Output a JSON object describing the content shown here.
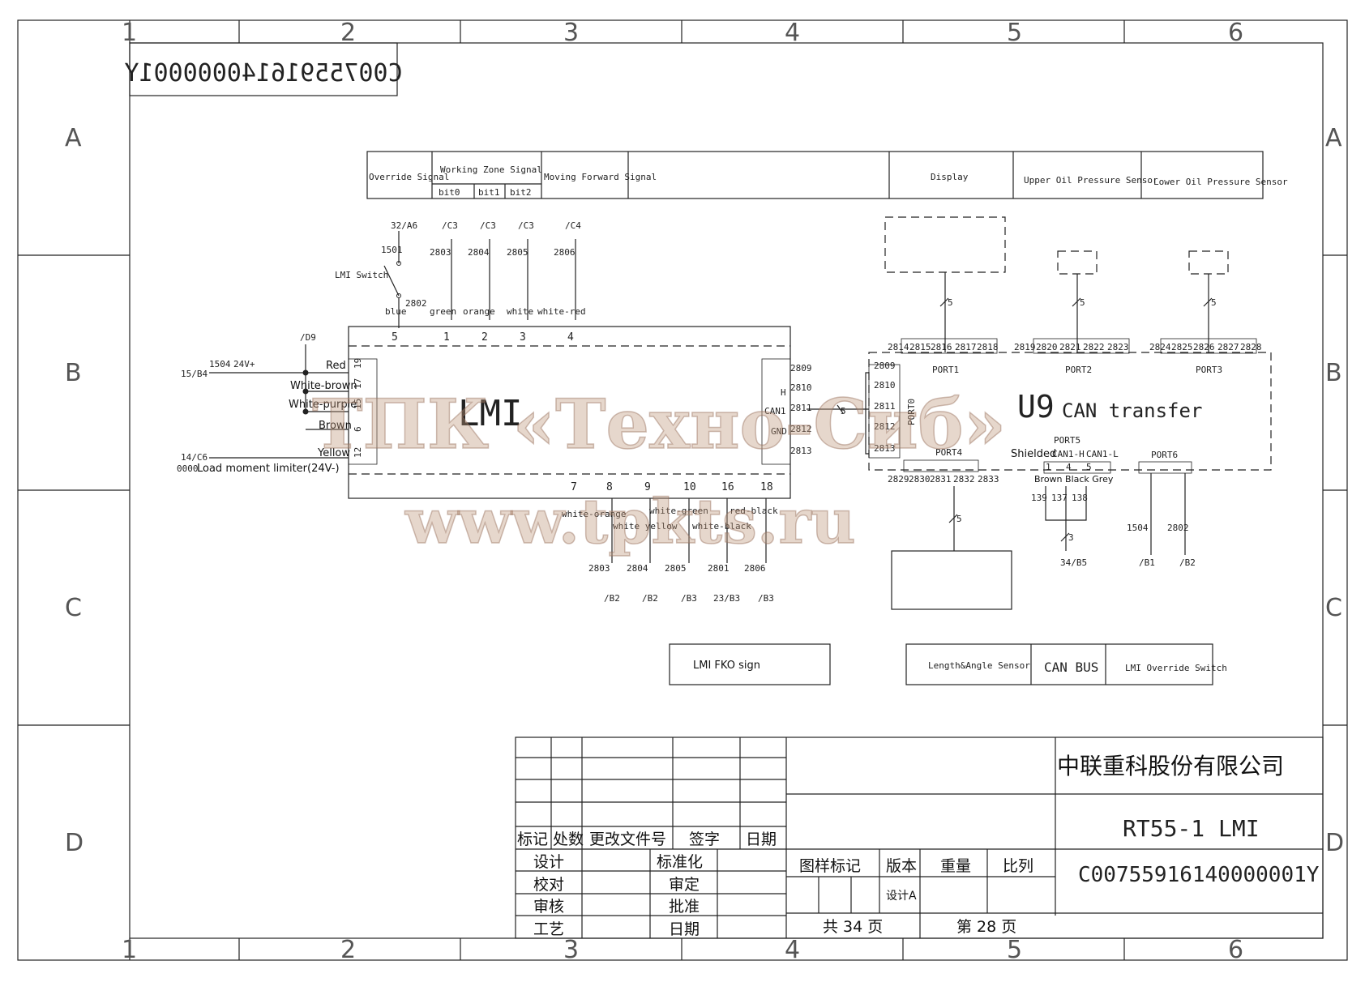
{
  "frame": {
    "columns": [
      "1",
      "2",
      "3",
      "4",
      "5",
      "6"
    ],
    "rows": [
      "A",
      "B",
      "C",
      "D"
    ]
  },
  "mirrored_code": "C00755916140000001Y",
  "header_boxes": {
    "override_signal": "Override Signal",
    "working_zone_signal": "Working Zone Signal",
    "bit0": "bit0",
    "bit1": "bit1",
    "bit2": "bit2",
    "moving_forward_signal": "Moving Forward Signal",
    "display": "Display",
    "upper_oil_pressure_sensor": "Upper Oil Pressure Sensor",
    "lower_oil_pressure_sensor": "Lower Oil Pressure Sensor"
  },
  "lmi": {
    "label": "LMI",
    "switch_label": "LMI Switch",
    "ref_32a6": "32/A6",
    "wire_1501": "1501",
    "wire_2802": "2802",
    "top_refs": [
      "/C3",
      "/C3",
      "/C3",
      "/C4"
    ],
    "top_wires": [
      "2803",
      "2804",
      "2805",
      "2806"
    ],
    "top_colors": [
      "blue",
      "green",
      "orange",
      "white",
      "white-red"
    ],
    "top_pins": [
      "5",
      "1",
      "2",
      "3",
      "4"
    ],
    "left_ref_d9": "/D9",
    "left_15b4": "15/B4",
    "left_1504": "1504",
    "left_24v": "24V+",
    "left_colors": [
      "Red",
      "White-brown",
      "White-purple",
      "Brown",
      "Yellow"
    ],
    "left_pins": [
      "19",
      "17",
      "15",
      "6",
      "12"
    ],
    "left_14c6": "14/C6",
    "left_0000": "0000",
    "load_moment": "Load moment limiter(24V-)",
    "right_wires": [
      "2809",
      "2810",
      "2811",
      "2812",
      "2813"
    ],
    "right_labels": [
      "H",
      "CAN1",
      "GND"
    ],
    "bus_count": "5",
    "bottom_pins": [
      "7",
      "8",
      "9",
      "10",
      "16",
      "18"
    ],
    "bottom_colors": [
      "white-orange",
      "white yellow",
      "white-green",
      "white-black",
      "red-black"
    ],
    "bottom_wires": [
      "2803",
      "2804",
      "2805",
      "2801",
      "2806"
    ],
    "bottom_refs": [
      "/B2",
      "/B2",
      "/B3",
      "23/B3",
      "/B3"
    ]
  },
  "can_transfer": {
    "id": "U9",
    "title": "CAN transfer",
    "port0": "PORT0",
    "port0_wires": [
      "2809",
      "2810",
      "2811",
      "2812",
      "2813"
    ],
    "port1": "PORT1",
    "port1_wires": [
      "2814",
      "2815",
      "2816",
      "2817",
      "2818"
    ],
    "port2": "PORT2",
    "port2_wires": [
      "2819",
      "2820",
      "2821",
      "2822",
      "2823"
    ],
    "port3": "PORT3",
    "port3_wires": [
      "2824",
      "2825",
      "2826",
      "2827",
      "2828"
    ],
    "port4": "PORT4",
    "port4_wires": [
      "2829",
      "2830",
      "2831",
      "2832",
      "2833"
    ],
    "port5": "PORT5",
    "shielded": "Shielded",
    "can1h": "CAN1-H",
    "can1l": "CAN1-L",
    "port5_pins": [
      "1",
      "4",
      "5"
    ],
    "port5_colors": "Brown Black Grey",
    "port5_wires": [
      "139",
      "137",
      "138"
    ],
    "port5_count": "3",
    "port5_ref": "34/B5",
    "port6": "PORT6",
    "port6_wires": [
      "1504",
      "2802"
    ],
    "port6_refs": [
      "/B1",
      "/B2"
    ],
    "count": "5"
  },
  "bottom_boxes": {
    "fko": "LMI FKO sign",
    "length_angle": "Length&Angle Sensor",
    "can_bus": "CAN BUS",
    "override_switch": "LMI Override Switch"
  },
  "title_block": {
    "company": "中联重科股份有限公司",
    "drawing_name": "RT55-1 LMI",
    "drawing_code": "C00755916140000001Y",
    "rev_headers": [
      "标记",
      "处数",
      "更改文件号",
      "签字",
      "日期"
    ],
    "design": "设计",
    "check": "校对",
    "review": "审核",
    "process": "工艺",
    "standardize": "标准化",
    "verify": "审定",
    "approve": "批准",
    "date": "日期",
    "sample_mark": "图样标记",
    "version": "版本",
    "weight": "重量",
    "scale": "比列",
    "version_value": "设计A",
    "total_pages": "共 34 页",
    "page": "第 28 页"
  },
  "watermark": {
    "line1": "ТПК «Техно-Сиб»",
    "line2": "www.tpkts.ru"
  }
}
